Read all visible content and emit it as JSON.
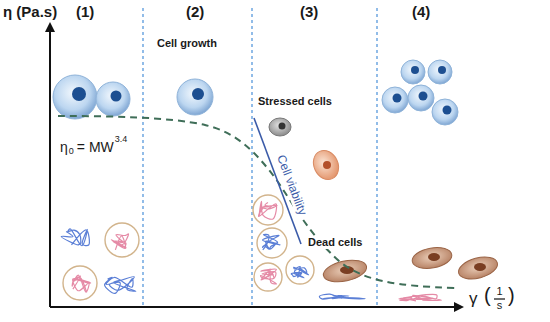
{
  "diagram": {
    "labels": [
      "η (Pa.s)",
      "(1)",
      "(2)",
      "(3)",
      "(4)",
      "Cell growth",
      "Stressed cells",
      "Cell viability",
      "η",
      "0",
      "= MW",
      "3.4",
      "Dead cells",
      "γ",
      "(",
      "1",
      "s",
      ")"
    ]
  }
}
